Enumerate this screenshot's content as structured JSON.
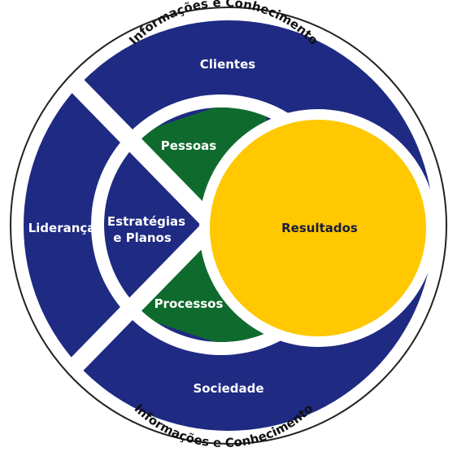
{
  "diagram": {
    "outer_ring_text_top": "Informações e Conhecimento",
    "outer_ring_text_bottom": "Informações e Conhecimento",
    "segments": {
      "clientes": "Clientes",
      "sociedade": "Sociedade",
      "lideranca": "Liderança",
      "estrategias_line1": "Estratégias",
      "estrategias_line2": "e Planos",
      "pessoas": "Pessoas",
      "processos": "Processos",
      "resultados": "Resultados"
    }
  },
  "colors": {
    "navy": "#1f2a83",
    "green": "#0f6b2d",
    "yellow": "#ffc800",
    "outline": "#222222",
    "white": "#ffffff"
  }
}
